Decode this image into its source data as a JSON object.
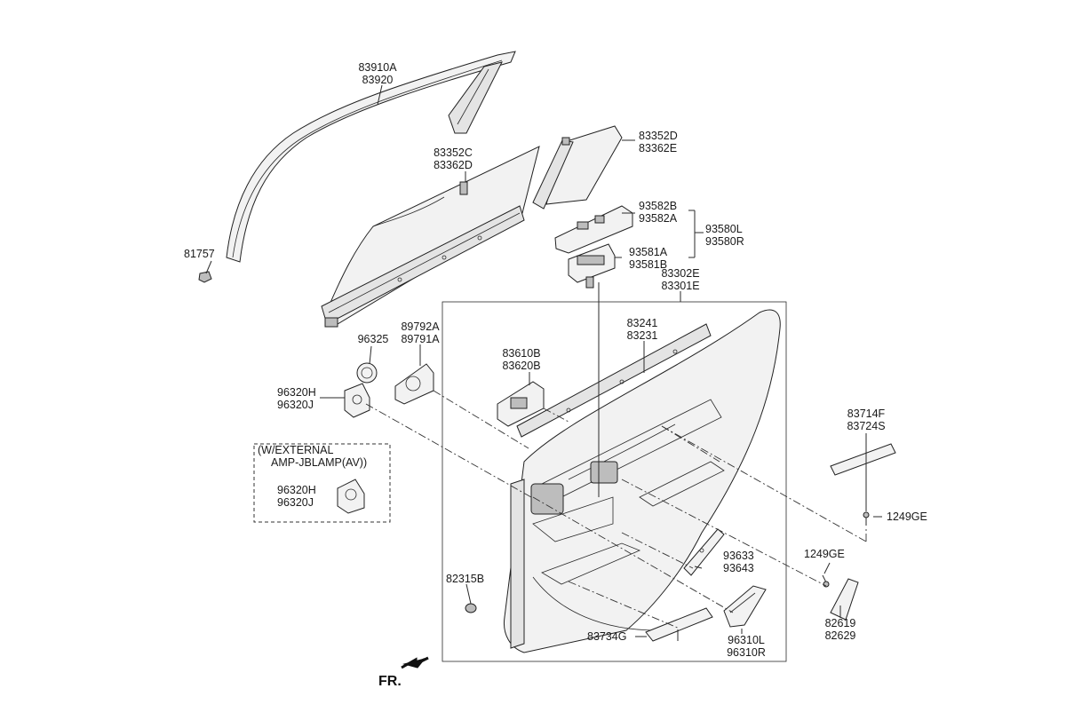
{
  "labels": {
    "p83910A": "83910A",
    "p83920": "83920",
    "p83352C": "83352C",
    "p83362D": "83362D",
    "p83352D": "83352D",
    "p83362E": "83362E",
    "p81757": "81757",
    "p93582B": "93582B",
    "p93582A": "93582A",
    "p93580L": "93580L",
    "p93580R": "93580R",
    "p93581A": "93581A",
    "p93581B": "93581B",
    "p83302E": "83302E",
    "p83301E": "83301E",
    "p89792A": "89792A",
    "p89791A": "89791A",
    "p96325": "96325",
    "p83241": "83241",
    "p83231": "83231",
    "p83610B": "83610B",
    "p83620B": "83620B",
    "p96320H_a": "96320H",
    "p96320J_a": "96320J",
    "ext_line1": "(W/EXTERNAL",
    "ext_line2": "AMP-JBLAMP(AV))",
    "p96320H_b": "96320H",
    "p96320J_b": "96320J",
    "p83714F": "83714F",
    "p83724S": "83724S",
    "p1249GE_a": "1249GE",
    "p1249GE_b": "1249GE",
    "p82315B": "82315B",
    "p93633": "93633",
    "p93643": "93643",
    "p82619": "82619",
    "p82629": "82629",
    "p83734G": "83734G",
    "p96310L": "96310L",
    "p96310R": "96310R",
    "fr": "FR."
  }
}
